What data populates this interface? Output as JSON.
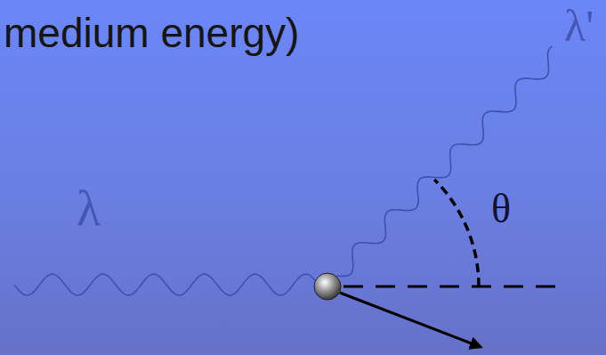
{
  "diagram": {
    "title": "medium energy)",
    "labels": [
      "λ",
      "θ",
      "λ'"
    ]
  }
}
